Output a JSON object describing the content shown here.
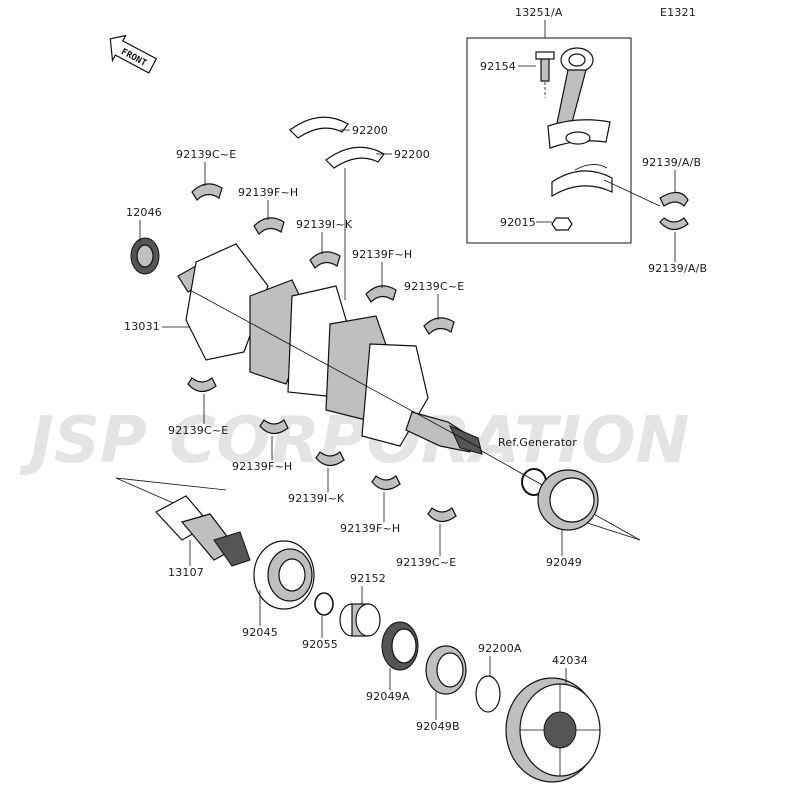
{
  "diagram": {
    "code": "E1321",
    "front_label": "FRONT",
    "watermark": "JSP CORPORATION",
    "ref_label": "Ref.Generator",
    "parts": {
      "p13251": "13251/A",
      "p92154": "92154",
      "p92015": "92015",
      "p92139ab_top": "92139/A/B",
      "p92139ab_bot": "92139/A/B",
      "p92200_a": "92200",
      "p92200_b": "92200",
      "p92139ce_1": "92139C~E",
      "p92139fh_1": "92139F~H",
      "p92139ik_1": "92139I~K",
      "p92139fh_2": "92139F~H",
      "p92139ce_2": "92139C~E",
      "p12046": "12046",
      "p13031": "13031",
      "p92139ce_3": "92139C~E",
      "p92139fh_3": "92139F~H",
      "p92139ik_2": "92139I~K",
      "p92139fh_4": "92139F~H",
      "p92139ce_4": "92139C~E",
      "p92049": "92049",
      "p13107": "13107",
      "p92045": "92045",
      "p92055": "92055",
      "p92152": "92152",
      "p92049a": "92049A",
      "p92049b": "92049B",
      "p92200a": "92200A",
      "p42034": "42034"
    }
  }
}
